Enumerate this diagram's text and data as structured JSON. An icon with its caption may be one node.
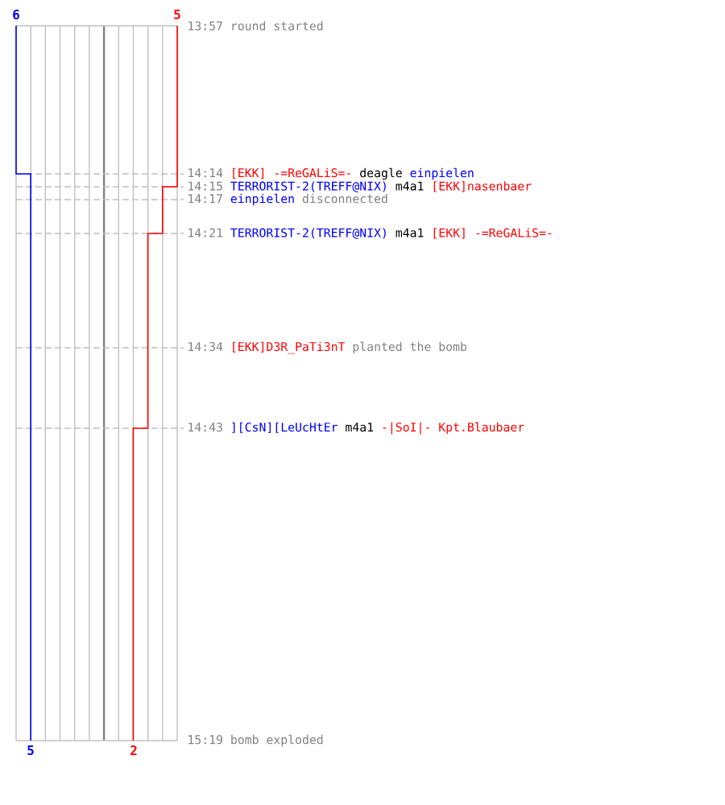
{
  "diagram": {
    "labels": [
      "6",
      "5",
      "13:57",
      "round started",
      "14:14",
      "[EKK] -=ReGALiS=-",
      "deagle",
      "einpielen",
      "14:15",
      "TERRORIST-2(TREFF@NIX)",
      "m4a1",
      "[EKK]nasenbaer",
      "14:17",
      "einpielen",
      "disconnected",
      "14:21",
      "TERRORIST-2(TREFF@NIX)",
      "m4a1",
      "[EKK] -=ReGALiS=-",
      "14:34",
      "[EKK]D3R_PaTi3nT",
      "planted the bomb",
      "14:43",
      "][CsN][LeUcHtEr",
      "m4a1",
      "-|SoI|- Kpt.Blaubaer",
      "5",
      "2",
      "15:19",
      "bomb exploded"
    ]
  }
}
